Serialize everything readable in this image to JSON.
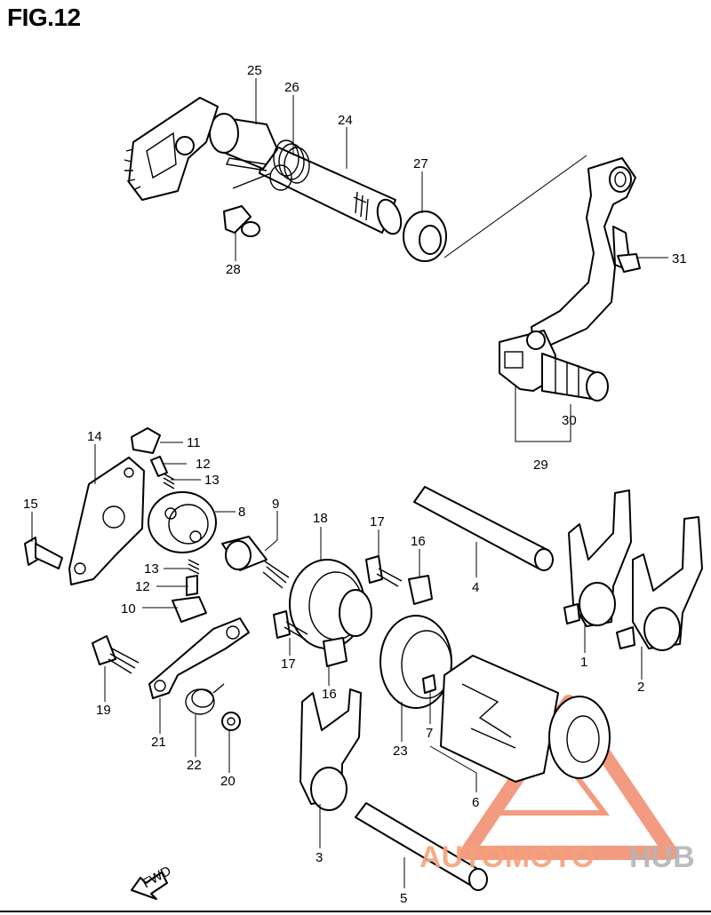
{
  "title": "FIG.12",
  "callouts": [
    {
      "id": "c25",
      "text": "25"
    },
    {
      "id": "c26",
      "text": "26"
    },
    {
      "id": "c24",
      "text": "24"
    },
    {
      "id": "c27",
      "text": "27"
    },
    {
      "id": "c28",
      "text": "28"
    },
    {
      "id": "c31",
      "text": "31"
    },
    {
      "id": "c30",
      "text": "30"
    },
    {
      "id": "c29",
      "text": "29"
    },
    {
      "id": "c14",
      "text": "14"
    },
    {
      "id": "c11",
      "text": "11"
    },
    {
      "id": "c12a",
      "text": "12"
    },
    {
      "id": "c13a",
      "text": "13"
    },
    {
      "id": "c8",
      "text": "8"
    },
    {
      "id": "c15",
      "text": "15"
    },
    {
      "id": "c13b",
      "text": "13"
    },
    {
      "id": "c12b",
      "text": "12"
    },
    {
      "id": "c10",
      "text": "10"
    },
    {
      "id": "c9",
      "text": "9"
    },
    {
      "id": "c18",
      "text": "18"
    },
    {
      "id": "c17a",
      "text": "17"
    },
    {
      "id": "c16a",
      "text": "16"
    },
    {
      "id": "c4",
      "text": "4"
    },
    {
      "id": "c1",
      "text": "1"
    },
    {
      "id": "c2",
      "text": "2"
    },
    {
      "id": "c17b",
      "text": "17"
    },
    {
      "id": "c16b",
      "text": "16"
    },
    {
      "id": "c19",
      "text": "19"
    },
    {
      "id": "c21",
      "text": "21"
    },
    {
      "id": "c22",
      "text": "22"
    },
    {
      "id": "c20",
      "text": "20"
    },
    {
      "id": "c23",
      "text": "23"
    },
    {
      "id": "c7",
      "text": "7"
    },
    {
      "id": "c6",
      "text": "6"
    },
    {
      "id": "c3",
      "text": "3"
    },
    {
      "id": "c5",
      "text": "5"
    }
  ],
  "fwd_label": "FWD",
  "watermark": {
    "part1": "AUTOMOTO",
    "part2": "HUB",
    "color_primary": "#f5a27a",
    "color_secondary": "#b5b5b5"
  }
}
